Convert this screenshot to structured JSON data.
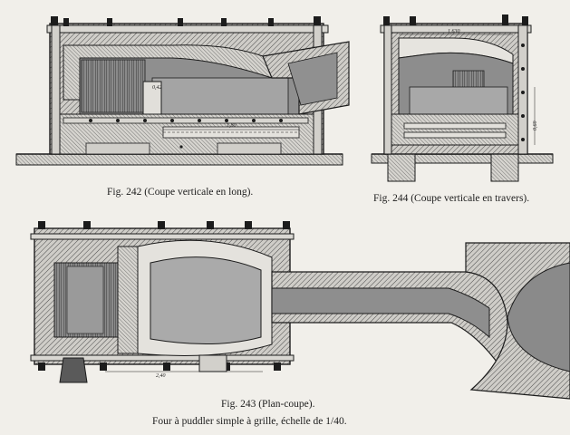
{
  "figures": {
    "fig242": {
      "caption": "Fig. 242 (Coupe verticale en long).",
      "dims": [
        "0,42",
        "1,80"
      ]
    },
    "fig244": {
      "caption": "Fig. 244 (Coupe verticale en travers).",
      "dims": [
        "1,630",
        "0,60"
      ]
    },
    "fig243": {
      "caption": "Fig. 243 (Plan-coupe).",
      "dims": [
        "2,40"
      ]
    }
  },
  "title": "Four à puddler simple à grille, échelle de 1/40.",
  "colors": {
    "paper": "#f1efea",
    "ink": "#1c1c1c",
    "hatch": "#6e6e6e",
    "fill": "#b9b9b9"
  }
}
